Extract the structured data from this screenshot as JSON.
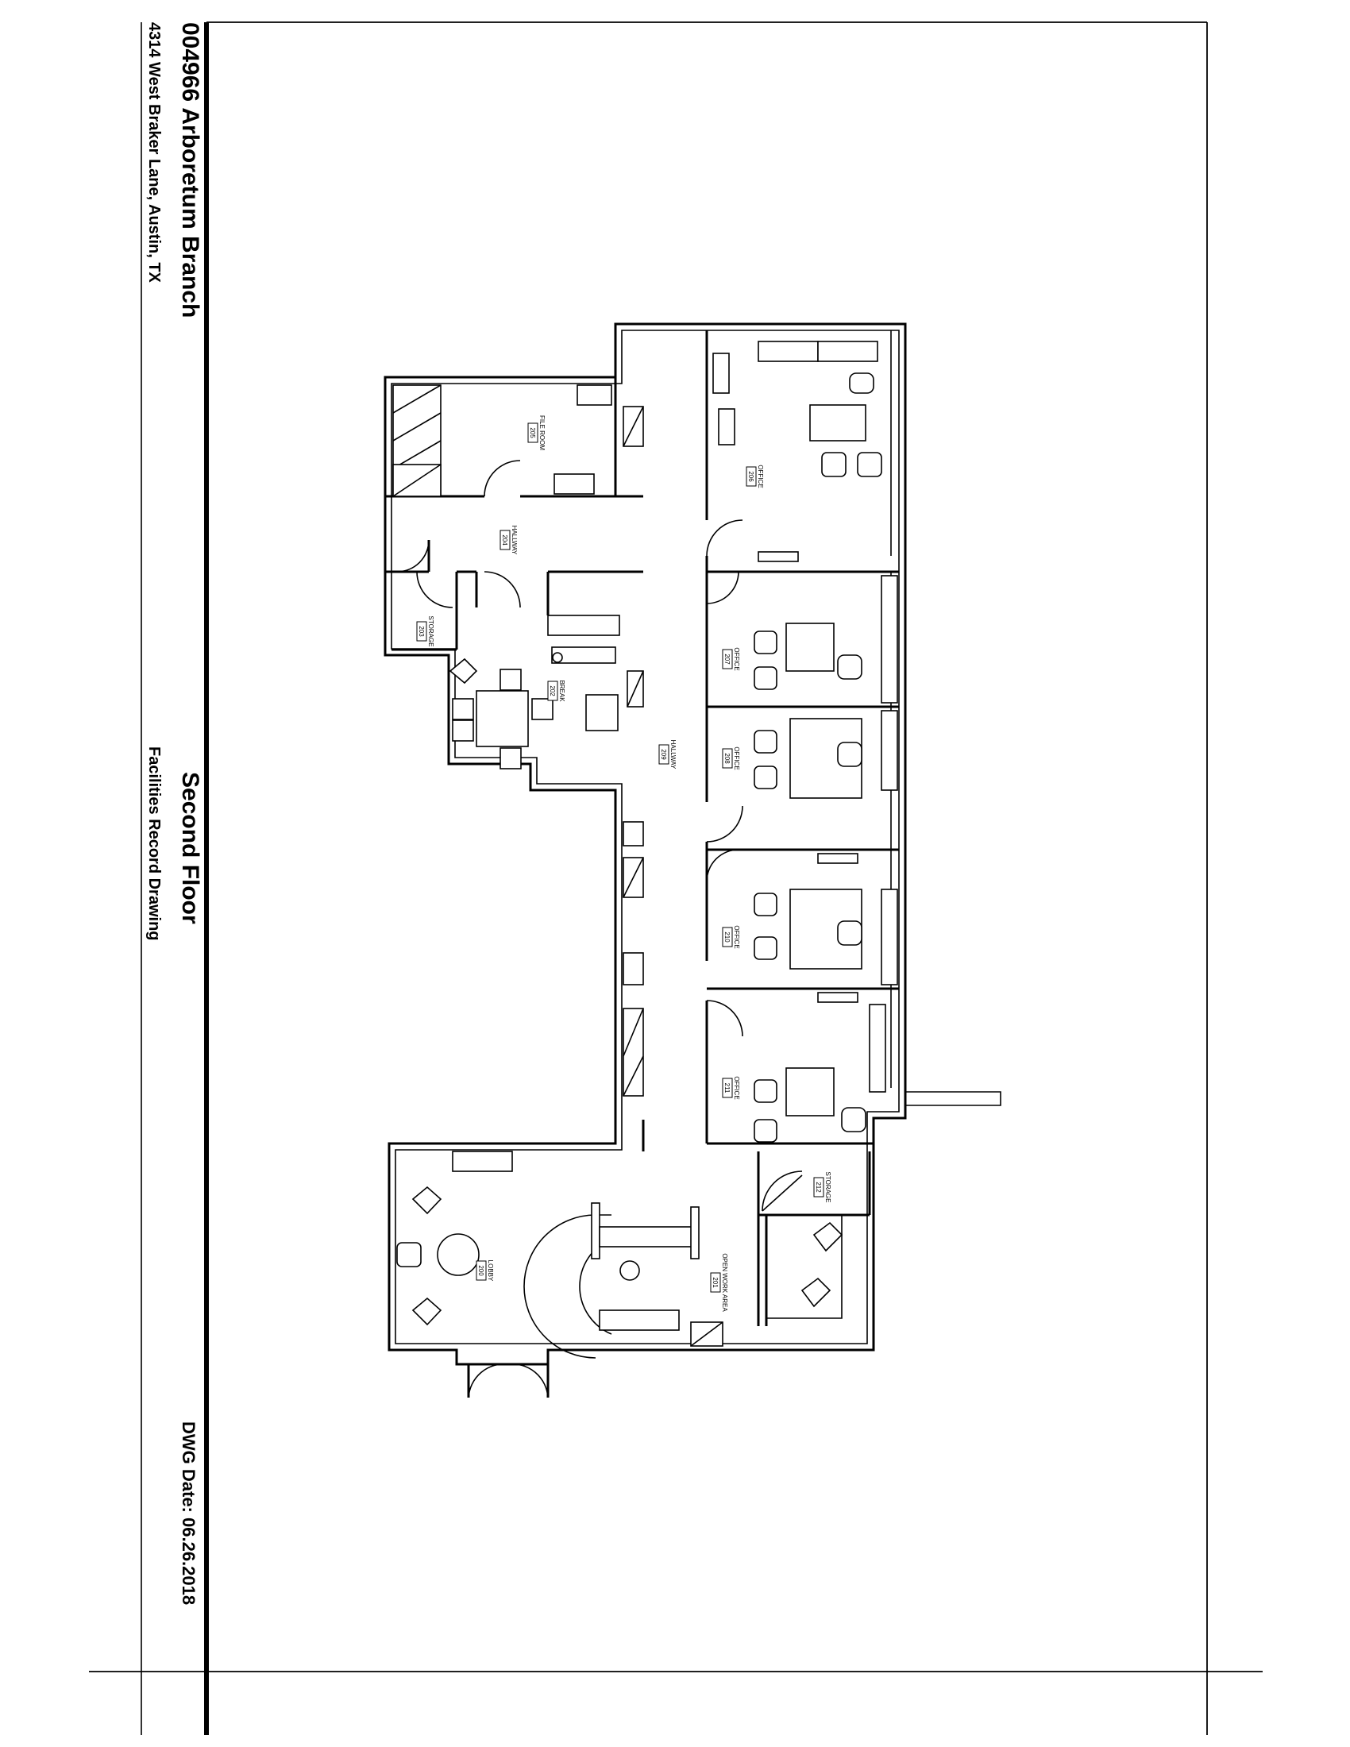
{
  "title_block": {
    "branch": "004966  Arboretum Branch",
    "address": "4314 West Braker Lane, Austin, TX",
    "floor": "Second Floor",
    "drawing_type": "Facilities Record Drawing",
    "dwg_date": "DWG Date: 06.26.2018"
  },
  "rooms": [
    {
      "name": "FILE ROOM",
      "number": "205"
    },
    {
      "name": "HALLWAY",
      "number": "204"
    },
    {
      "name": "STORAGE",
      "number": "203"
    },
    {
      "name": "BREAK",
      "number": "202"
    },
    {
      "name": "HALLWAY",
      "number": "209"
    },
    {
      "name": "OFFICE",
      "number": "206"
    },
    {
      "name": "OFFICE",
      "number": "207"
    },
    {
      "name": "OFFICE",
      "number": "208"
    },
    {
      "name": "OFFICE",
      "number": "210"
    },
    {
      "name": "OFFICE",
      "number": "211"
    },
    {
      "name": "STORAGE",
      "number": "212"
    },
    {
      "name": "OPEN WORK AREA",
      "number": "201"
    },
    {
      "name": "LOBBY",
      "number": "200"
    }
  ]
}
